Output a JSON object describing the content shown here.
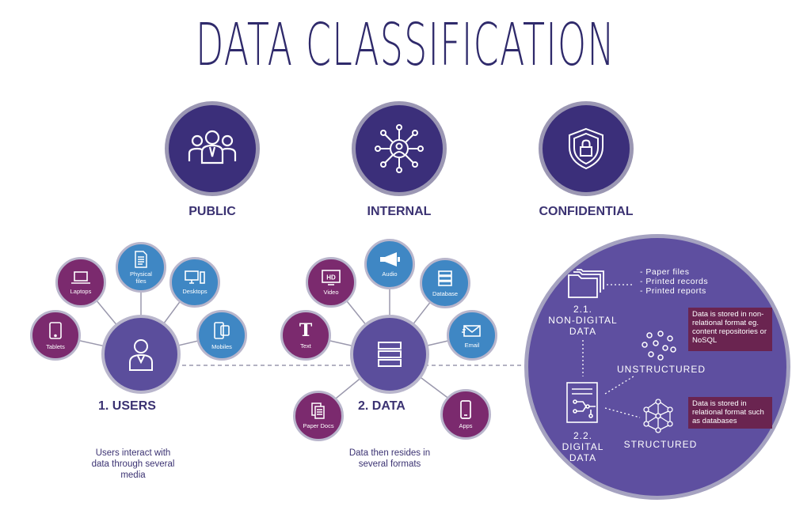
{
  "title": "DATA CLASSIFICATION",
  "levels": [
    {
      "label": "PUBLIC",
      "icon": "users-group-icon"
    },
    {
      "label": "INTERNAL",
      "icon": "network-user-icon"
    },
    {
      "label": "CONFIDENTIAL",
      "icon": "shield-lock-icon"
    }
  ],
  "users": {
    "heading": "1. USERS",
    "caption": [
      "Users interact with",
      "data through several",
      "media"
    ],
    "nodes": [
      "Laptops",
      "Physical files",
      "Desktops",
      "Tablets",
      "Mobiles"
    ]
  },
  "data": {
    "heading": "2. DATA",
    "caption": [
      "Data then resides in",
      "several formats"
    ],
    "nodes": [
      "Video",
      "Audio",
      "Database",
      "Text",
      "Email",
      "Paper Docs",
      "Apps"
    ]
  },
  "storage": {
    "non_digital": {
      "num": "2.1.",
      "line1": "NON-DIGITAL",
      "line2": "DATA"
    },
    "non_digital_items": [
      "- Paper files",
      "- Printed records",
      "- Printed reports"
    ],
    "digital": {
      "num": "2.2.",
      "line1": "DIGITAL",
      "line2": "DATA"
    },
    "unstructured": "UNSTRUCTURED",
    "structured": "STRUCTURED",
    "unstructured_note": "Data is stored in non-relational format eg. content repositories or NoSQL",
    "structured_note": "Data is stored in relational format such as databases"
  },
  "colors": {
    "navy": "#3b2f7a",
    "magenta": "#7b2a6e",
    "blue": "#3f87c4",
    "hub": "#5b4e9c",
    "panel": "#5e4fa0",
    "note": "#6a2450"
  }
}
